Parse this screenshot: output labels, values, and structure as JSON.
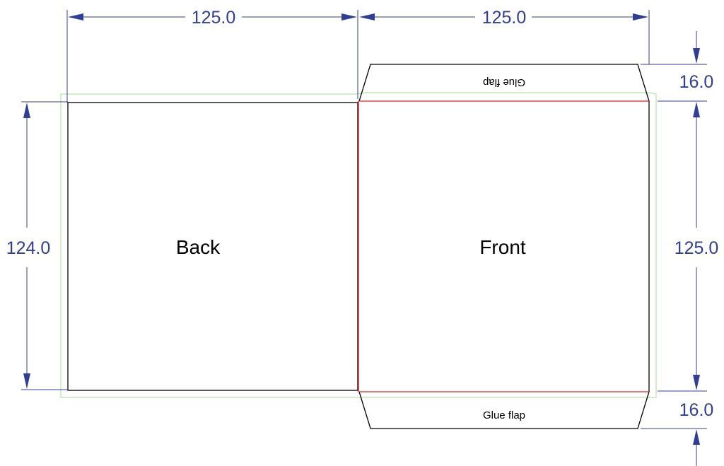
{
  "dimensions": {
    "top_left_width": "125.0",
    "top_right_width": "125.0",
    "left_height": "124.0",
    "right_height": "125.0",
    "top_flap_height": "16.0",
    "bottom_flap_height": "16.0"
  },
  "panels": {
    "back_label": "Back",
    "front_label": "Front"
  },
  "flaps": {
    "top_label": "Glue flap",
    "bottom_label": "Glue flap"
  },
  "colors": {
    "dimension": "#2f3f96",
    "cut_line": "#000000",
    "fold_line": "#e02020",
    "bleed_line": "#a8d890"
  }
}
